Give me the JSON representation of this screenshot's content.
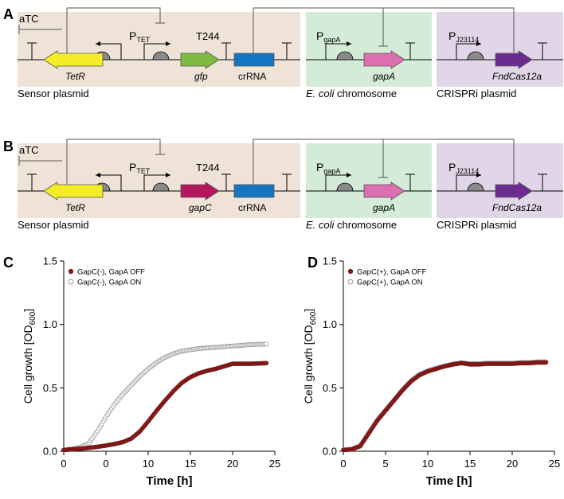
{
  "panels": [
    {
      "letter": "A",
      "inducer": "aTC",
      "promoter_tet": "P",
      "promoter_tet_sub": "TET",
      "terminator": "T244",
      "genes": {
        "tetr": "TetR",
        "reporter": "gfp",
        "crrna": "crRNA",
        "gapa": "gapA",
        "cas": "FndCas12a"
      },
      "promoter_gapa": "P",
      "promoter_gapa_sub": "gapA",
      "promoter_j": "P",
      "promoter_j_sub": "J23114",
      "labels": {
        "sensor": "Sensor plasmid",
        "chrom_italic": "E. coli",
        "chrom_rest": " chromosome",
        "crispri": "CRISPRi plasmid"
      },
      "colors": {
        "sensor_bg": "#eee3d6",
        "chrom_bg": "#d4ecd7",
        "crispri_bg": "#e1d6e8",
        "tetr": "#f4ec26",
        "reporter": "#7dbb42",
        "crrna": "#1476c0",
        "gapa": "#dd6fb0",
        "cas": "#6a2c91"
      }
    },
    {
      "letter": "B",
      "inducer": "aTC",
      "promoter_tet": "P",
      "promoter_tet_sub": "TET",
      "terminator": "T244",
      "genes": {
        "tetr": "TetR",
        "reporter": "gapC",
        "crrna": "crRNA",
        "gapa": "gapA",
        "cas": "FndCas12a"
      },
      "promoter_gapa": "P",
      "promoter_gapa_sub": "gapA",
      "promoter_j": "P",
      "promoter_j_sub": "J23114",
      "labels": {
        "sensor": "Sensor plasmid",
        "chrom_italic": "E. coli",
        "chrom_rest": " chromosome",
        "crispri": "CRISPRi plasmid"
      },
      "colors": {
        "sensor_bg": "#eee3d6",
        "chrom_bg": "#d4ecd7",
        "crispri_bg": "#e1d6e8",
        "tetr": "#f4ec26",
        "reporter": "#b5175f",
        "crrna": "#1476c0",
        "gapa": "#dd6fb0",
        "cas": "#6a2c91"
      }
    }
  ],
  "chart_data": [
    {
      "letter": "C",
      "type": "scatter",
      "xlabel": "Time [h]",
      "ylabel": "Cell growth [OD",
      "ylabel_sub": "600",
      "ylabel_end": "]",
      "x_tick_labels": [
        "0",
        "0",
        "10",
        "15",
        "20",
        "25"
      ],
      "x_tick_values": [
        0,
        5,
        10,
        15,
        20,
        25
      ],
      "y_tick_labels": [
        "0.0",
        "0.5",
        "1.0",
        "1.5"
      ],
      "y_tick_values": [
        0,
        0.5,
        1.0,
        1.5
      ],
      "xlim": [
        0,
        25
      ],
      "ylim": [
        0,
        1.5
      ],
      "legend_position": "top-left",
      "series": [
        {
          "name": "GapC(-), GapA OFF",
          "marker": "filled",
          "color": "#8b1a1a",
          "x": [
            0,
            1,
            2,
            3,
            4,
            5,
            6,
            7,
            8,
            9,
            10,
            11,
            12,
            13,
            14,
            15,
            16,
            17,
            18,
            19,
            20,
            21,
            22,
            23,
            24
          ],
          "y": [
            0.01,
            0.015,
            0.02,
            0.027,
            0.035,
            0.045,
            0.057,
            0.072,
            0.1,
            0.155,
            0.235,
            0.32,
            0.4,
            0.475,
            0.54,
            0.585,
            0.615,
            0.635,
            0.65,
            0.67,
            0.69,
            0.69,
            0.69,
            0.692,
            0.695
          ]
        },
        {
          "name": "GapC(-), GapA ON",
          "marker": "open",
          "color": "#999999",
          "x": [
            0,
            1,
            2,
            3,
            4,
            5,
            6,
            7,
            8,
            9,
            10,
            11,
            12,
            13,
            14,
            15,
            16,
            17,
            18,
            19,
            20,
            21,
            22,
            23,
            24
          ],
          "y": [
            0.01,
            0.018,
            0.032,
            0.065,
            0.16,
            0.27,
            0.37,
            0.45,
            0.52,
            0.59,
            0.65,
            0.7,
            0.74,
            0.77,
            0.79,
            0.8,
            0.81,
            0.815,
            0.82,
            0.825,
            0.83,
            0.835,
            0.84,
            0.843,
            0.845
          ]
        }
      ]
    },
    {
      "letter": "D",
      "type": "scatter",
      "xlabel": "Time [h]",
      "ylabel": "Cell growth [OD",
      "ylabel_sub": "600",
      "ylabel_end": "]",
      "x_tick_labels": [
        "0",
        "5",
        "10",
        "15",
        "20",
        "25"
      ],
      "x_tick_values": [
        0,
        5,
        10,
        15,
        20,
        25
      ],
      "y_tick_labels": [
        "0.0",
        "0.5",
        "1.0",
        "1.5"
      ],
      "y_tick_values": [
        0,
        0.5,
        1.0,
        1.5
      ],
      "xlim": [
        0,
        25
      ],
      "ylim": [
        0,
        1.5
      ],
      "legend_position": "top-left",
      "series": [
        {
          "name": "GapC(+), GapA OFF",
          "marker": "filled",
          "color": "#8b1a1a",
          "x": [
            0,
            1,
            2,
            3,
            4,
            5,
            6,
            7,
            8,
            9,
            10,
            11,
            12,
            13,
            14,
            15,
            16,
            17,
            18,
            19,
            20,
            21,
            22,
            23,
            24
          ],
          "y": [
            0.01,
            0.015,
            0.04,
            0.14,
            0.24,
            0.32,
            0.4,
            0.48,
            0.55,
            0.6,
            0.63,
            0.65,
            0.67,
            0.685,
            0.695,
            0.685,
            0.685,
            0.69,
            0.69,
            0.69,
            0.69,
            0.695,
            0.695,
            0.7,
            0.7
          ]
        },
        {
          "name": "GapC(+), GapA ON",
          "marker": "open",
          "color": "#999999",
          "x": [
            0,
            1,
            2,
            3,
            4,
            5,
            6,
            7,
            8,
            9,
            10,
            11,
            12,
            13,
            14,
            15,
            16,
            17,
            18,
            19,
            20,
            21,
            22,
            23,
            24
          ],
          "y": [
            0.01,
            0.016,
            0.045,
            0.145,
            0.245,
            0.325,
            0.405,
            0.485,
            0.555,
            0.605,
            0.635,
            0.655,
            0.672,
            0.688,
            0.698,
            0.69,
            0.69,
            0.695,
            0.695,
            0.695,
            0.695,
            0.7,
            0.7,
            0.705,
            0.705
          ]
        }
      ]
    }
  ]
}
